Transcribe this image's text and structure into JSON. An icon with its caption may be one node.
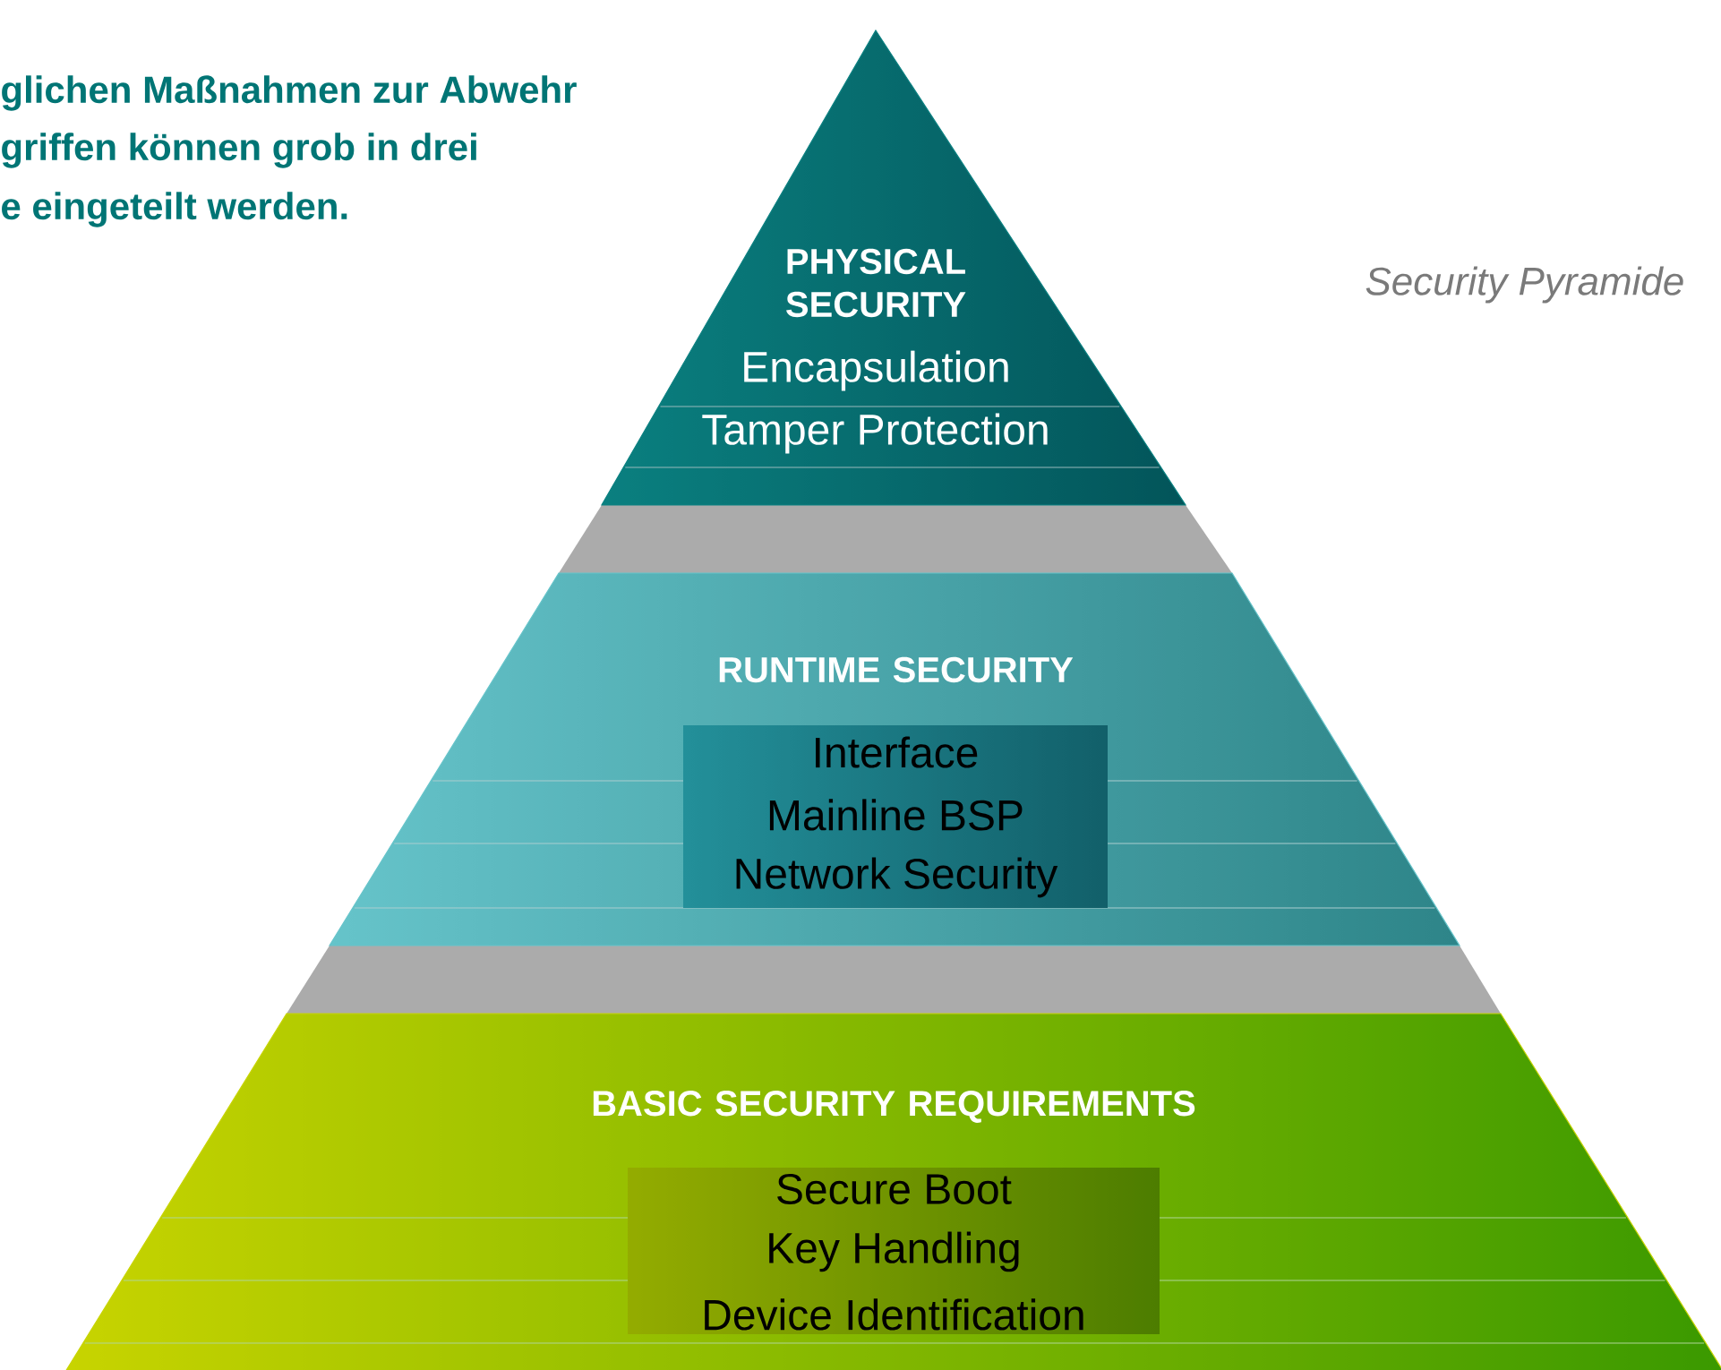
{
  "diagram": {
    "nodes": [
      {
        "text": [
          "PHYSICAL SECURITY",
          "Encapsulation",
          "Tamper Protection"
        ]
      },
      {
        "text": [
          "RUNTIME SECURITY"
        ]
      },
      {
        "text": [
          "Interface",
          "Mainline BSP",
          "Network Security"
        ],
        "in": 1
      },
      {
        "text": [
          "BASIC SECURITY REQUIREMENTS"
        ]
      },
      {
        "text": [
          "Secure Boot",
          "Key Handling",
          "Device Identification"
        ],
        "in": 3
      }
    ],
    "labels": [
      "glichen Maßnahmen zur Abwehr",
      "griffen können grob in drei",
      "e eingeteilt werden.",
      "Security Pyramide"
    ]
  }
}
